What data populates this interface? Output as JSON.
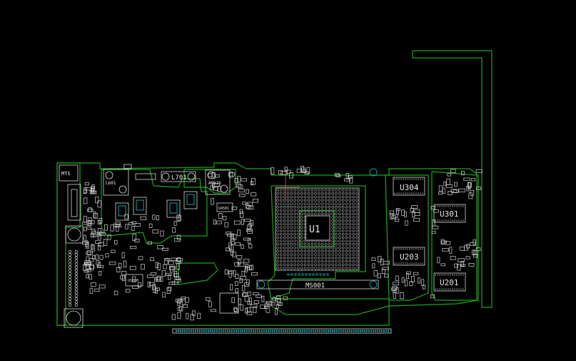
{
  "board": {
    "background": "#000000",
    "copper_color": "#1aa51a",
    "silk_color": "#e8e8e8",
    "via_color": "#19a0a0",
    "bga_main": {
      "designator": "U1",
      "rows": 24,
      "cols": 24
    },
    "labels": {
      "mt1": "MT1",
      "l601": "L601",
      "l701": "L701",
      "u304": "U304",
      "u301": "U301",
      "u203": "U203",
      "u201": "U201",
      "u4501": "U4501",
      "u1000": "U1000",
      "ms001": "MS001",
      "am625": "AM625"
    }
  }
}
